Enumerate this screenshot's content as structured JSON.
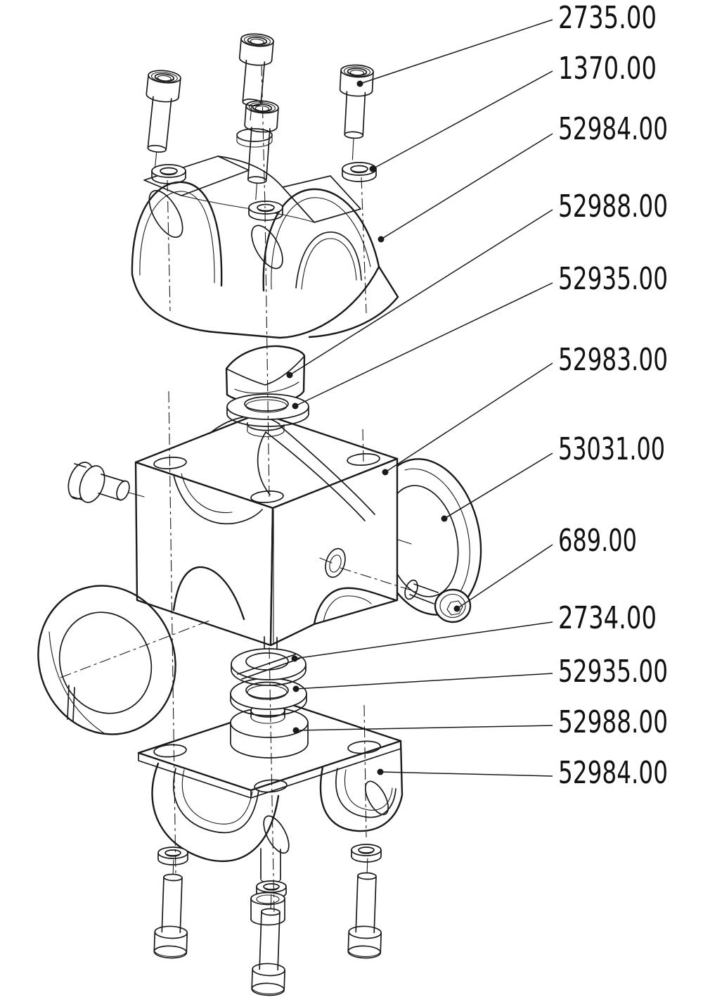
{
  "page": {
    "background_color": "#ffffff",
    "line_color": "#1a1a1a",
    "text_color": "#111111"
  },
  "callouts": [
    {
      "text": "2735.00"
    },
    {
      "text": "1370.00"
    },
    {
      "text": "52984.00"
    },
    {
      "text": "52988.00"
    },
    {
      "text": "52935.00"
    },
    {
      "text": "52983.00"
    },
    {
      "text": "53031.00"
    },
    {
      "text": "689.00"
    },
    {
      "text": "2734.00"
    },
    {
      "text": "52935.00"
    },
    {
      "text": "52988.00"
    },
    {
      "text": "52984.00"
    }
  ]
}
